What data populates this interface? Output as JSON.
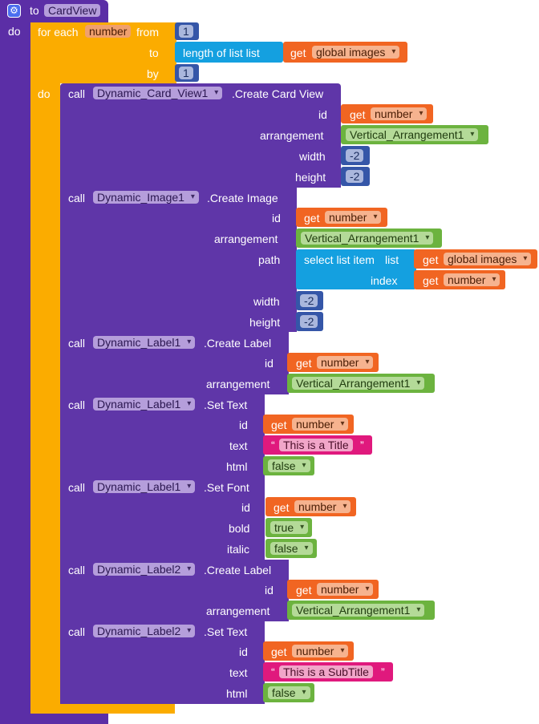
{
  "procedure": {
    "to": "to",
    "name": "CardView",
    "do": "do"
  },
  "for_each": {
    "label": "for each",
    "var": "number",
    "from": "from",
    "from_value": "1",
    "to": "to",
    "length_label": "length of list  list",
    "get": "get",
    "global_images": "global images",
    "by": "by",
    "by_value": "1",
    "do": "do"
  },
  "kw": {
    "call": "call",
    "get": "get",
    "id": "id",
    "arrangement": "arrangement",
    "width": "width",
    "height": "height",
    "path": "path",
    "text": "text",
    "html": "html",
    "bold": "bold",
    "italic": "italic",
    "index": "index",
    "list": "list",
    "select_list_item": "select list item"
  },
  "blocks": {
    "card_view": {
      "component": "Dynamic_Card_View1",
      "method": ".Create Card View",
      "id": "number",
      "arrangement": "Vertical_Arrangement1",
      "width": "-2",
      "height": "-2"
    },
    "image": {
      "component": "Dynamic_Image1",
      "method": ".Create Image",
      "id": "number",
      "arrangement": "Vertical_Arrangement1",
      "path_list": "global images",
      "path_index": "number",
      "width": "-2",
      "height": "-2"
    },
    "label1_create": {
      "component": "Dynamic_Label1",
      "method": ".Create Label",
      "id": "number",
      "arrangement": "Vertical_Arrangement1"
    },
    "label1_text": {
      "component": "Dynamic_Label1",
      "method": ".Set Text",
      "id": "number",
      "text": "This is a Title",
      "html": "false"
    },
    "label1_font": {
      "component": "Dynamic_Label1",
      "method": ".Set Font",
      "id": "number",
      "bold": "true",
      "italic": "false"
    },
    "label2_create": {
      "component": "Dynamic_Label2",
      "method": ".Create Label",
      "id": "number",
      "arrangement": "Vertical_Arrangement1"
    },
    "label2_text": {
      "component": "Dynamic_Label2",
      "method": ".Set Text",
      "id": "number",
      "text": "This is a SubTitle",
      "html": "false"
    }
  },
  "quote_open": "“",
  "quote_close": "”",
  "colors": {
    "procedure": "#5b2ea6",
    "control": "#fbac00",
    "get": "#f16522",
    "math": "#3556a8",
    "list": "#14a0e0",
    "component": "#6cb33f",
    "text": "#e0197d"
  }
}
